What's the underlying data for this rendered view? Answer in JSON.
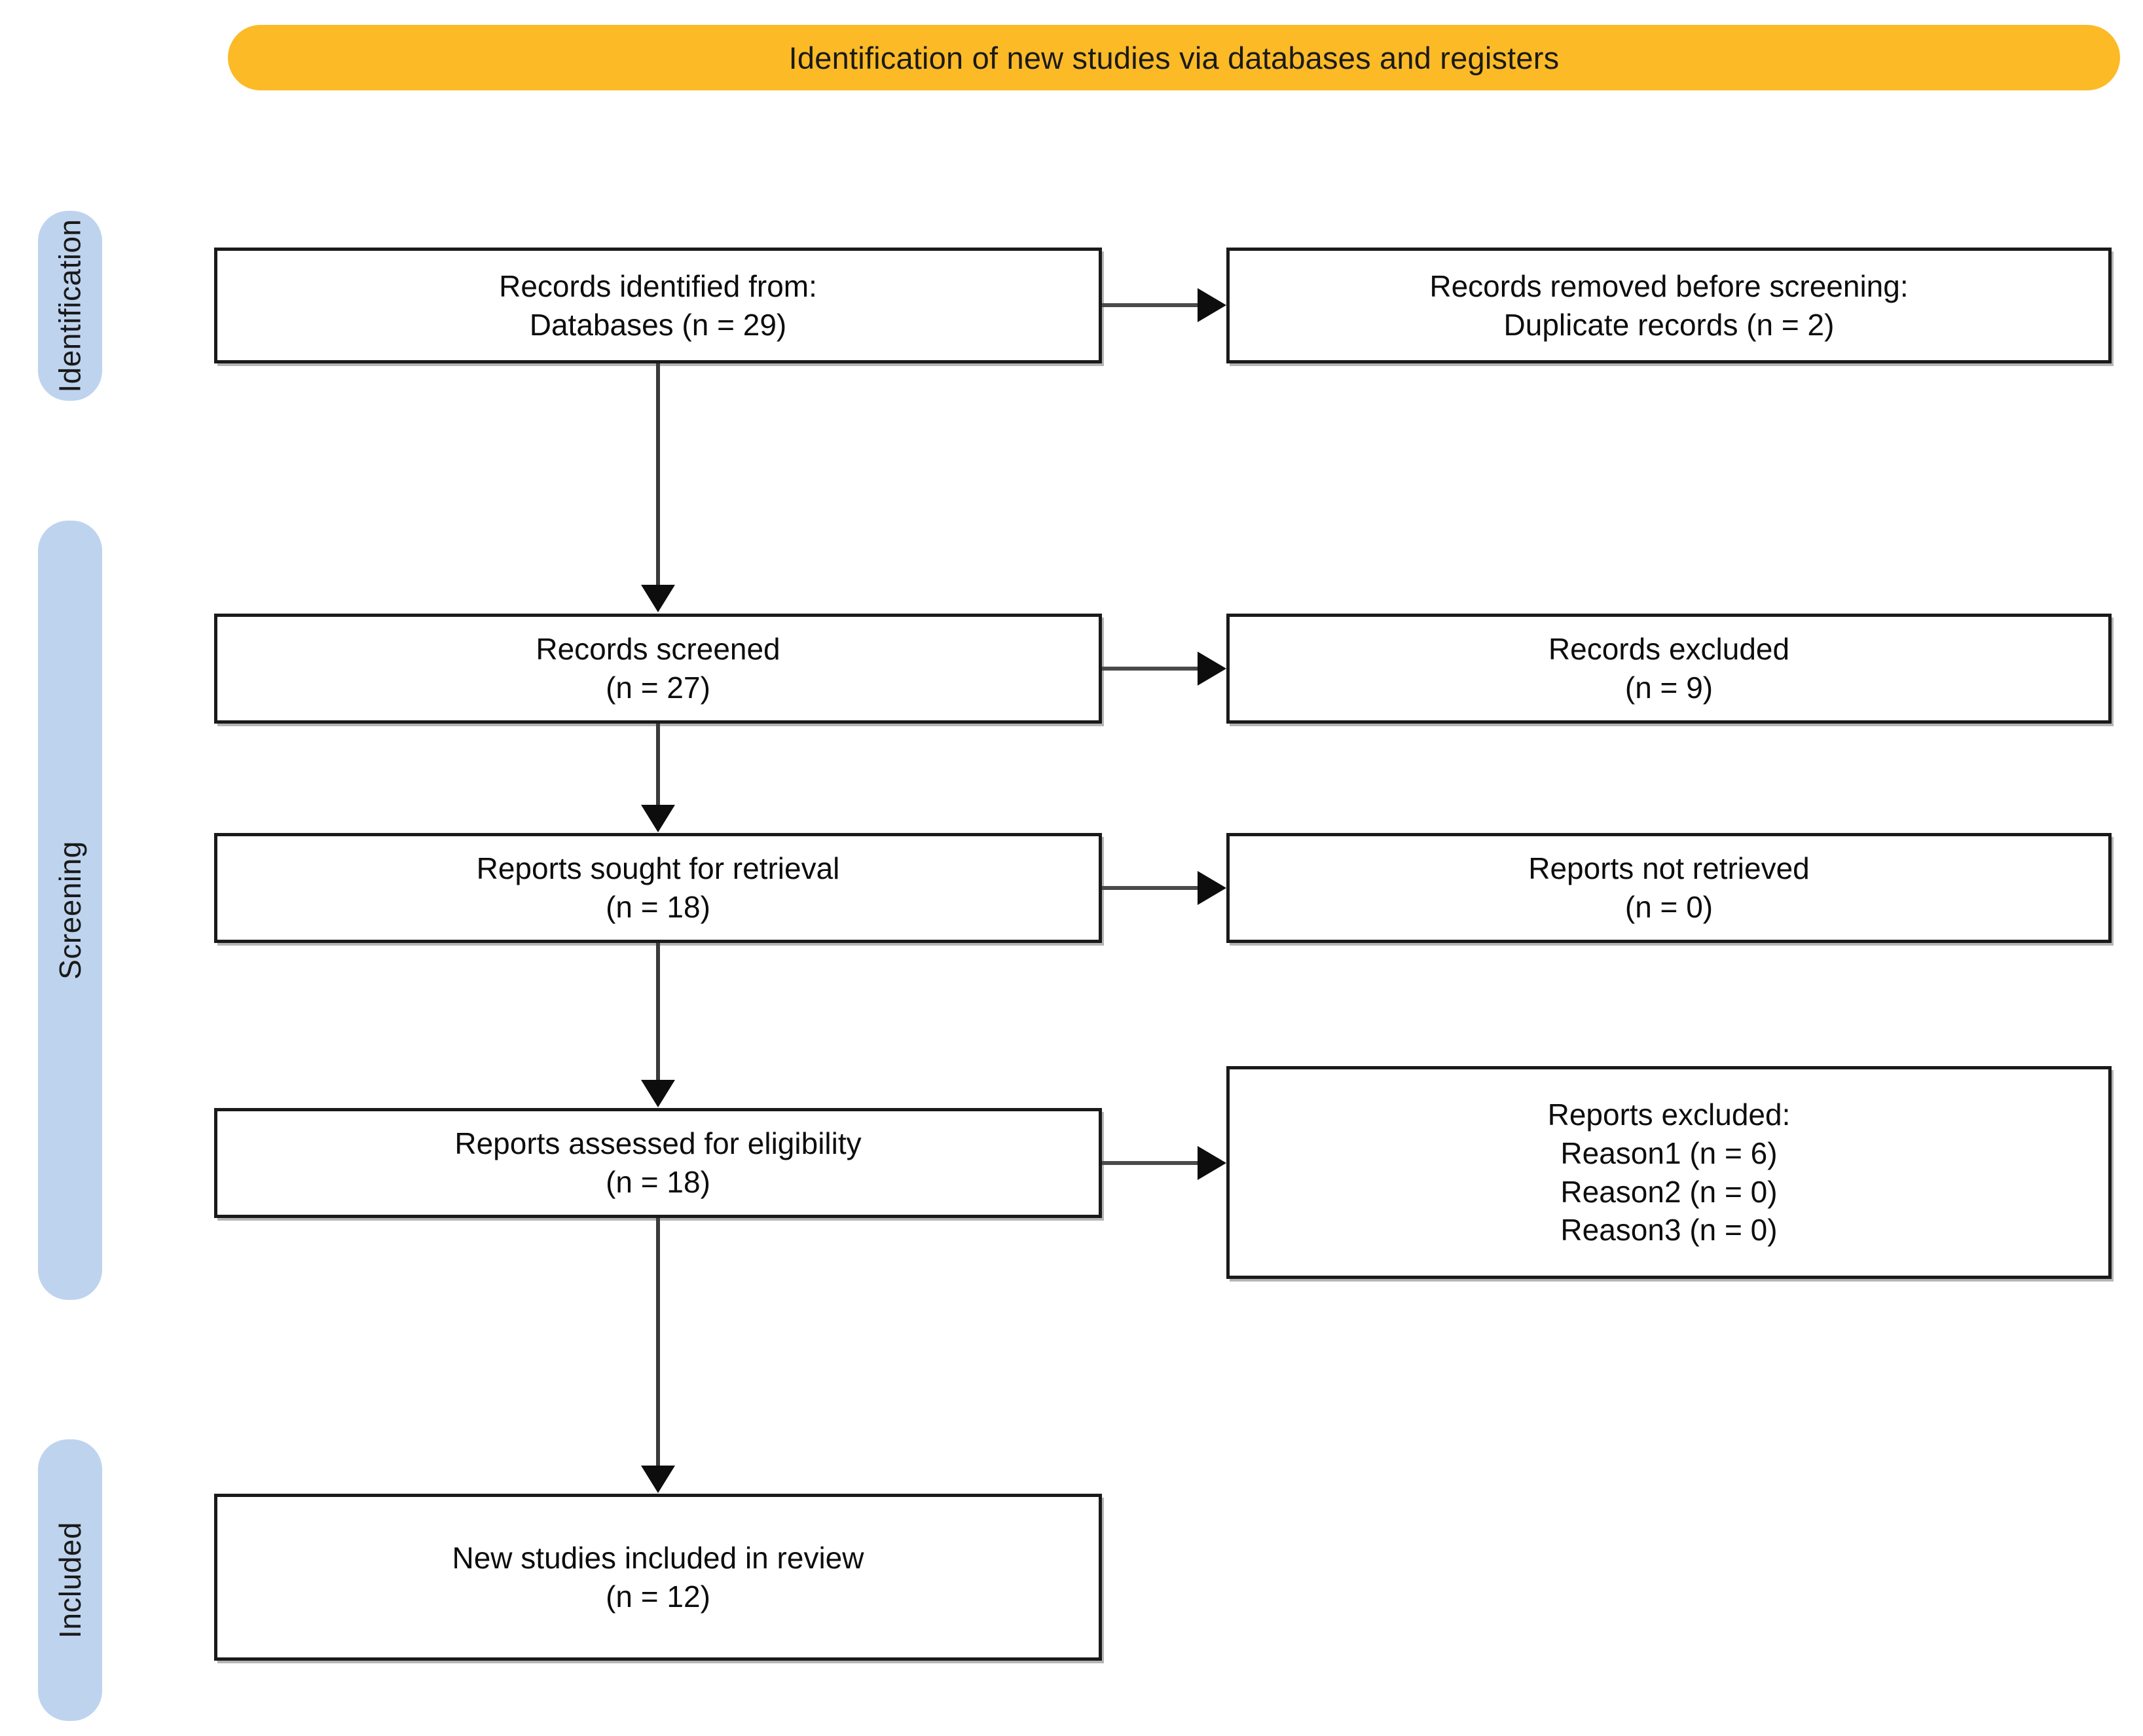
{
  "banner": {
    "title": "Identification of new studies via databases and registers",
    "color": "#fbba26"
  },
  "stages": {
    "color": "#bed3ee",
    "identification": "Identification",
    "screening": "Screening",
    "included": "Included"
  },
  "boxes": {
    "identified": {
      "line1": "Records identified from:",
      "line2": "Databases (n = 29)"
    },
    "removed": {
      "line1": "Records removed before screening:",
      "line2": "Duplicate records (n = 2)"
    },
    "screened": {
      "line1": "Records screened",
      "line2": "(n = 27)"
    },
    "records_excluded": {
      "line1": "Records excluded",
      "line2": "(n = 9)"
    },
    "sought": {
      "line1": "Reports sought for retrieval",
      "line2": "(n = 18)"
    },
    "not_retrieved": {
      "line1": "Reports not retrieved",
      "line2": "(n = 0)"
    },
    "assessed": {
      "line1": "Reports assessed for eligibility",
      "line2": "(n = 18)"
    },
    "reports_excluded": {
      "line1": "Reports excluded:",
      "line2": "Reason1 (n = 6)",
      "line3": "Reason2 (n = 0)",
      "line4": "Reason3 (n = 0)"
    },
    "new_included": {
      "line1": "New studies included in review",
      "line2": "(n = 12)"
    }
  },
  "chart_data": {
    "type": "diagram",
    "title": "Identification of new studies via databases and registers",
    "nodes": [
      {
        "id": "identified",
        "stage": "Identification",
        "column": "left",
        "label": "Records identified from: Databases (n = 29)",
        "n": 29
      },
      {
        "id": "removed",
        "stage": "Identification",
        "column": "right",
        "label": "Records removed before screening: Duplicate records (n = 2)",
        "n": 2
      },
      {
        "id": "screened",
        "stage": "Screening",
        "column": "left",
        "label": "Records screened (n = 27)",
        "n": 27
      },
      {
        "id": "records_excluded",
        "stage": "Screening",
        "column": "right",
        "label": "Records excluded (n = 9)",
        "n": 9
      },
      {
        "id": "sought",
        "stage": "Screening",
        "column": "left",
        "label": "Reports sought for retrieval (n = 18)",
        "n": 18
      },
      {
        "id": "not_retrieved",
        "stage": "Screening",
        "column": "right",
        "label": "Reports not retrieved (n = 0)",
        "n": 0
      },
      {
        "id": "assessed",
        "stage": "Screening",
        "column": "left",
        "label": "Reports assessed for eligibility (n = 18)",
        "n": 18
      },
      {
        "id": "reports_excluded",
        "stage": "Screening",
        "column": "right",
        "label": "Reports excluded: Reason1 (n = 6); Reason2 (n = 0); Reason3 (n = 0)",
        "n": 6
      },
      {
        "id": "new_included",
        "stage": "Included",
        "column": "left",
        "label": "New studies included in review (n = 12)",
        "n": 12
      }
    ],
    "edges": [
      {
        "from": "identified",
        "to": "removed",
        "direction": "right"
      },
      {
        "from": "identified",
        "to": "screened",
        "direction": "down"
      },
      {
        "from": "screened",
        "to": "records_excluded",
        "direction": "right"
      },
      {
        "from": "screened",
        "to": "sought",
        "direction": "down"
      },
      {
        "from": "sought",
        "to": "not_retrieved",
        "direction": "right"
      },
      {
        "from": "sought",
        "to": "assessed",
        "direction": "down"
      },
      {
        "from": "assessed",
        "to": "reports_excluded",
        "direction": "right"
      },
      {
        "from": "assessed",
        "to": "new_included",
        "direction": "down"
      }
    ]
  }
}
